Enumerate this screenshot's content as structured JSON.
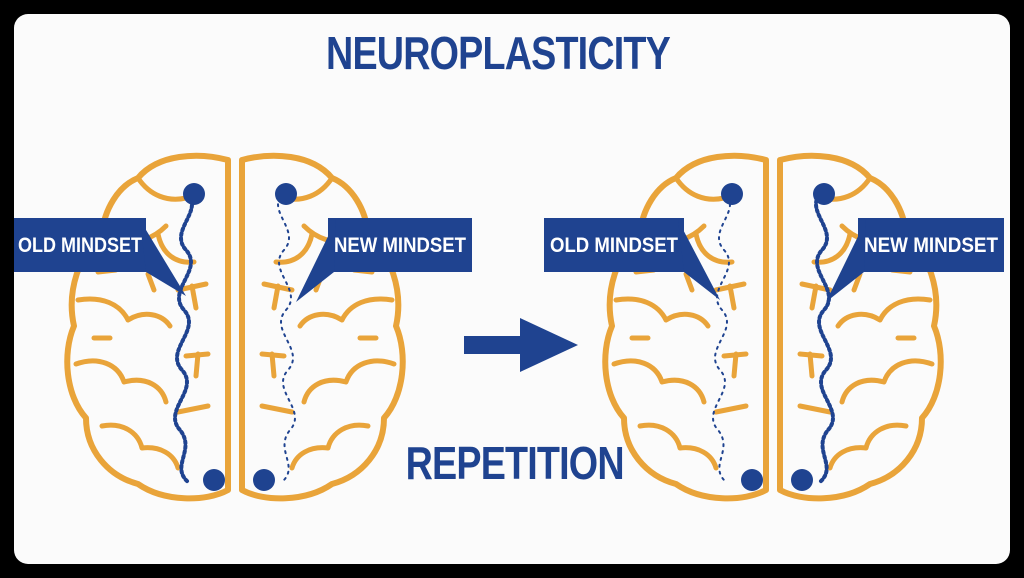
{
  "title": "NEUROPLASTICITY",
  "caption": "REPETITION",
  "colors": {
    "brain_outline": "#e9a43a",
    "accent_blue": "#1f4390",
    "background": "#fbfbfb",
    "frame": "#000000"
  },
  "left_diagram": {
    "label_left": "OLD MINDSET",
    "label_right": "NEW MINDSET",
    "old_pathway": "dense",
    "new_pathway": "sparse"
  },
  "right_diagram": {
    "label_left": "OLD MINDSET",
    "label_right": "NEW MINDSET",
    "old_pathway": "sparse",
    "new_pathway": "dense"
  },
  "icons": [
    "brain-icon",
    "right-arrow-icon"
  ]
}
